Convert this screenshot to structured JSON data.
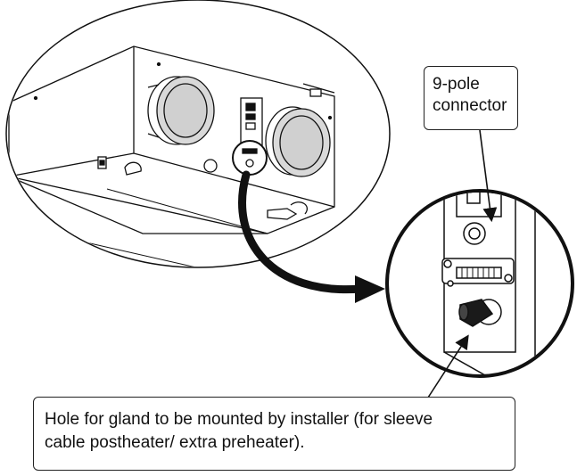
{
  "diagram": {
    "callouts": {
      "connector": {
        "line1": "9-pole",
        "line2": "connector"
      },
      "hole": {
        "line1": "Hole for gland to be mounted by installer (for sleeve",
        "line2": "cable postheater/ extra preheater)."
      }
    },
    "colors": {
      "stroke": "#111111",
      "duct_fill": "#d9d9d9",
      "background": "#ffffff"
    },
    "icons": [
      "curved-arrow-icon",
      "pointer-arrow-icon"
    ]
  }
}
